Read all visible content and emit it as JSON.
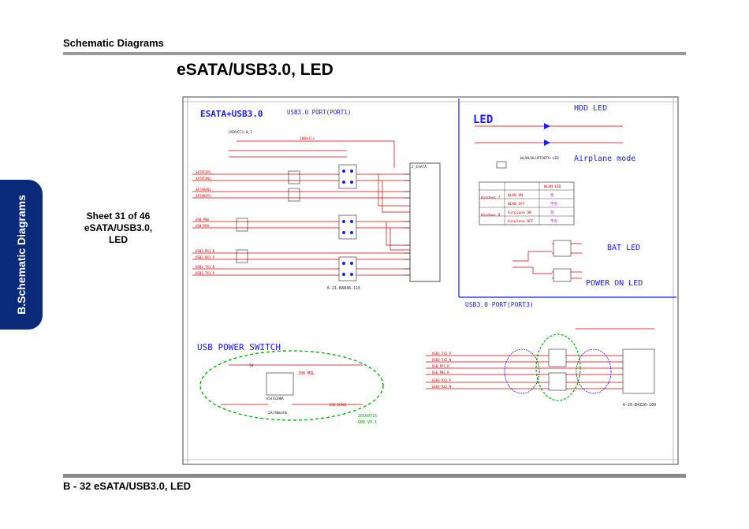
{
  "header": {
    "section_title": "Schematic  Diagrams"
  },
  "page_title": "eSATA/USB3.0, LED",
  "side_tab": {
    "label": "B.Schematic Diagrams",
    "color": "#0a2a7a"
  },
  "sheet_info": {
    "line1": "Sheet 31 of 46",
    "line2": "eSATA/USB3.0,",
    "line3": "LED"
  },
  "footer": {
    "page_ref": "B - 32   eSATA/USB3.0, LED"
  },
  "schematic": {
    "colors": {
      "title_blue": "#1a1aff",
      "wire_red": "#cc0000",
      "part_dark": "#222222",
      "green_note": "#00aa00",
      "border": "#444444"
    },
    "blocks": {
      "esata_usb3": {
        "label": "ESATA+USB3.0",
        "sub": "USB3.0 PORT(PORT1)",
        "part_no": "6-21-B4846-116"
      },
      "led": {
        "label": "LED",
        "hdd_led": "HDD LED",
        "airplane": "Airplane mode",
        "wlan_bt": "WLAN/BLUETOOTH LED",
        "bat_led": "BAT LED",
        "power_led": "POWER ON LED"
      },
      "usb3_port3": {
        "label": "USB3.0 PORT(PORT3)",
        "part_no": "6-20-B4Z20-109"
      },
      "usb_power": {
        "label": "USB POWER SWITCH",
        "note1": "100 MIL",
        "note2": "20160715",
        "note3": "GB0 V0.1",
        "current": "2A/90mohm"
      }
    },
    "led_table": {
      "header": "WLAN LED",
      "rows": [
        {
          "os": "Windows 7",
          "state": "WLAN ON",
          "value": "亮"
        },
        {
          "os": "Windows 7",
          "state": "WLAN OFF",
          "value": "不亮"
        },
        {
          "os": "Windows 8",
          "state": "Airplane ON",
          "value": "亮"
        },
        {
          "os": "Windows 8",
          "state": "Airplane OFF",
          "value": "不亮"
        }
      ]
    },
    "signals_left": [
      "SATATXP1",
      "SATATXN1",
      "SATARXN1",
      "SATARXP1",
      "USB_PN0",
      "USB_PP0",
      "USB3_RX1_N",
      "USB3_RX1_P",
      "USB3_TX1_N",
      "USB3_TX1_P"
    ],
    "signals_port3": [
      "USB3_TX2_P",
      "USB3_TX2_N",
      "USB_PP1_R",
      "USB_PN1_R",
      "USB3_RX2_P",
      "USB3_RX2_N"
    ],
    "labels": {
      "usbvcc": "USBVCC3.0_2",
      "j_esata": "J_ESATA",
      "usb_switch_part": "G547G2HBA",
      "usb_oc": "USB_OC#01",
      "vcc5": "5V",
      "fiftytwo": "100mils"
    }
  }
}
